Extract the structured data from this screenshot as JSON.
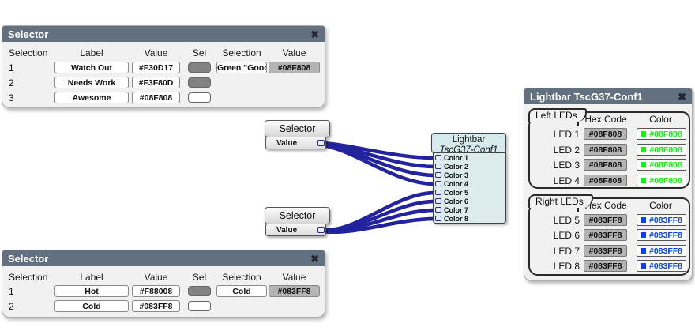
{
  "icons": {
    "close": "✖"
  },
  "colors": {
    "titlebar": "#62707F",
    "green": "#08F808",
    "blue": "#083FF8",
    "wire_outer": "#23239E",
    "wire_inner": "#F2F4FF"
  },
  "selector_panel_top": {
    "title": "Selector",
    "headers": [
      "Selection",
      "Label",
      "Value",
      "Sel",
      "Selection",
      "Value"
    ],
    "rows": [
      {
        "num": "1",
        "label": "Watch Out",
        "value": "#F30D17",
        "sel_active": false
      },
      {
        "num": "2",
        "label": "Needs Work",
        "value": "#F3F80D",
        "sel_active": false
      },
      {
        "num": "3",
        "label": "Awesome",
        "value": "#08F808",
        "sel_active": true
      }
    ],
    "selection": "Green \"Good\"",
    "selection_value": "#08F808"
  },
  "selector_panel_bottom": {
    "title": "Selector",
    "headers": [
      "Selection",
      "Label",
      "Value",
      "Sel",
      "Selection",
      "Value"
    ],
    "rows": [
      {
        "num": "1",
        "label": "Hot",
        "value": "#F88008",
        "sel_active": false
      },
      {
        "num": "2",
        "label": "Cold",
        "value": "#083FF8",
        "sel_active": true
      }
    ],
    "selection": "Cold",
    "selection_value": "#083FF8"
  },
  "selector_node_top": {
    "title": "Selector",
    "output": "Value"
  },
  "selector_node_bottom": {
    "title": "Selector",
    "output": "Value"
  },
  "lightbar_node": {
    "title": "Lightbar",
    "subtitle": "TscG37-Conf1",
    "inputs": [
      "Color 1",
      "Color 2",
      "Color 3",
      "Color 4",
      "Color 5",
      "Color 6",
      "Color 7",
      "Color 8"
    ]
  },
  "lightbar_panel": {
    "title": "Lightbar TscG37-Conf1",
    "left_group": {
      "label": "Left LEDs",
      "headers": [
        "Hex Code",
        "Color"
      ],
      "leds": [
        {
          "name": "LED 1",
          "hex": "#08F808"
        },
        {
          "name": "LED 2",
          "hex": "#08F808"
        },
        {
          "name": "LED 3",
          "hex": "#08F808"
        },
        {
          "name": "LED 4",
          "hex": "#08F808"
        }
      ]
    },
    "right_group": {
      "label": "Right LEDs",
      "headers": [
        "Hex Code",
        "Color"
      ],
      "leds": [
        {
          "name": "LED 5",
          "hex": "#083FF8"
        },
        {
          "name": "LED 6",
          "hex": "#083FF8"
        },
        {
          "name": "LED 7",
          "hex": "#083FF8"
        },
        {
          "name": "LED 8",
          "hex": "#083FF8"
        }
      ]
    }
  }
}
